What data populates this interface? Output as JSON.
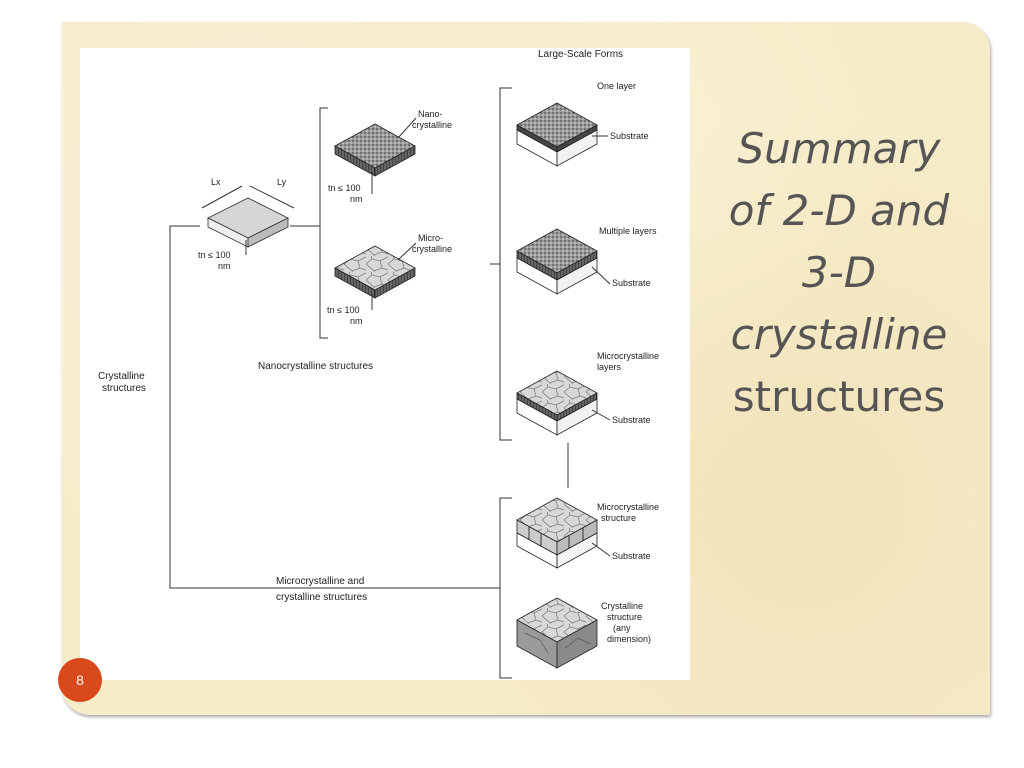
{
  "slide": {
    "title_lines": [
      "Summary",
      "of 2-D and",
      "3-D",
      "crystalline",
      "structures"
    ],
    "number": "8"
  },
  "figure": {
    "header": "Large-Scale Forms",
    "root_label": [
      "Crystalline",
      "structures"
    ],
    "nano_group_label": "Nanocrystalline structures",
    "micro_group_label": [
      "Microcrystalline and",
      "crystalline structures"
    ],
    "base_dims": {
      "lx": "Lx",
      "ly": "Ly",
      "tn": "tn ≤ 100",
      "unit": "nm"
    },
    "nano_items": [
      {
        "label": [
          "Nano-",
          "crystalline"
        ],
        "tn": "tn ≤ 100",
        "unit": "nm"
      },
      {
        "label": [
          "Micro-",
          "crystalline"
        ],
        "tn": "tn ≤ 100",
        "unit": "nm"
      }
    ],
    "large_forms": [
      {
        "label": [
          "One layer"
        ],
        "substrate": "Substrate"
      },
      {
        "label": [
          "Multiple layers"
        ],
        "substrate": "Substrate"
      },
      {
        "label": [
          "Microcrystalline",
          "layers"
        ],
        "substrate": "Substrate"
      },
      {
        "label": [
          "Microcrystalline",
          "structure"
        ],
        "substrate": "Substrate"
      },
      {
        "label": [
          "Crystalline",
          "structure",
          "(any",
          "dimension)"
        ],
        "substrate": ""
      }
    ]
  },
  "colors": {
    "slide_background": "#f7ecc9",
    "title_text": "#555555",
    "badge": "#d84a1c"
  }
}
